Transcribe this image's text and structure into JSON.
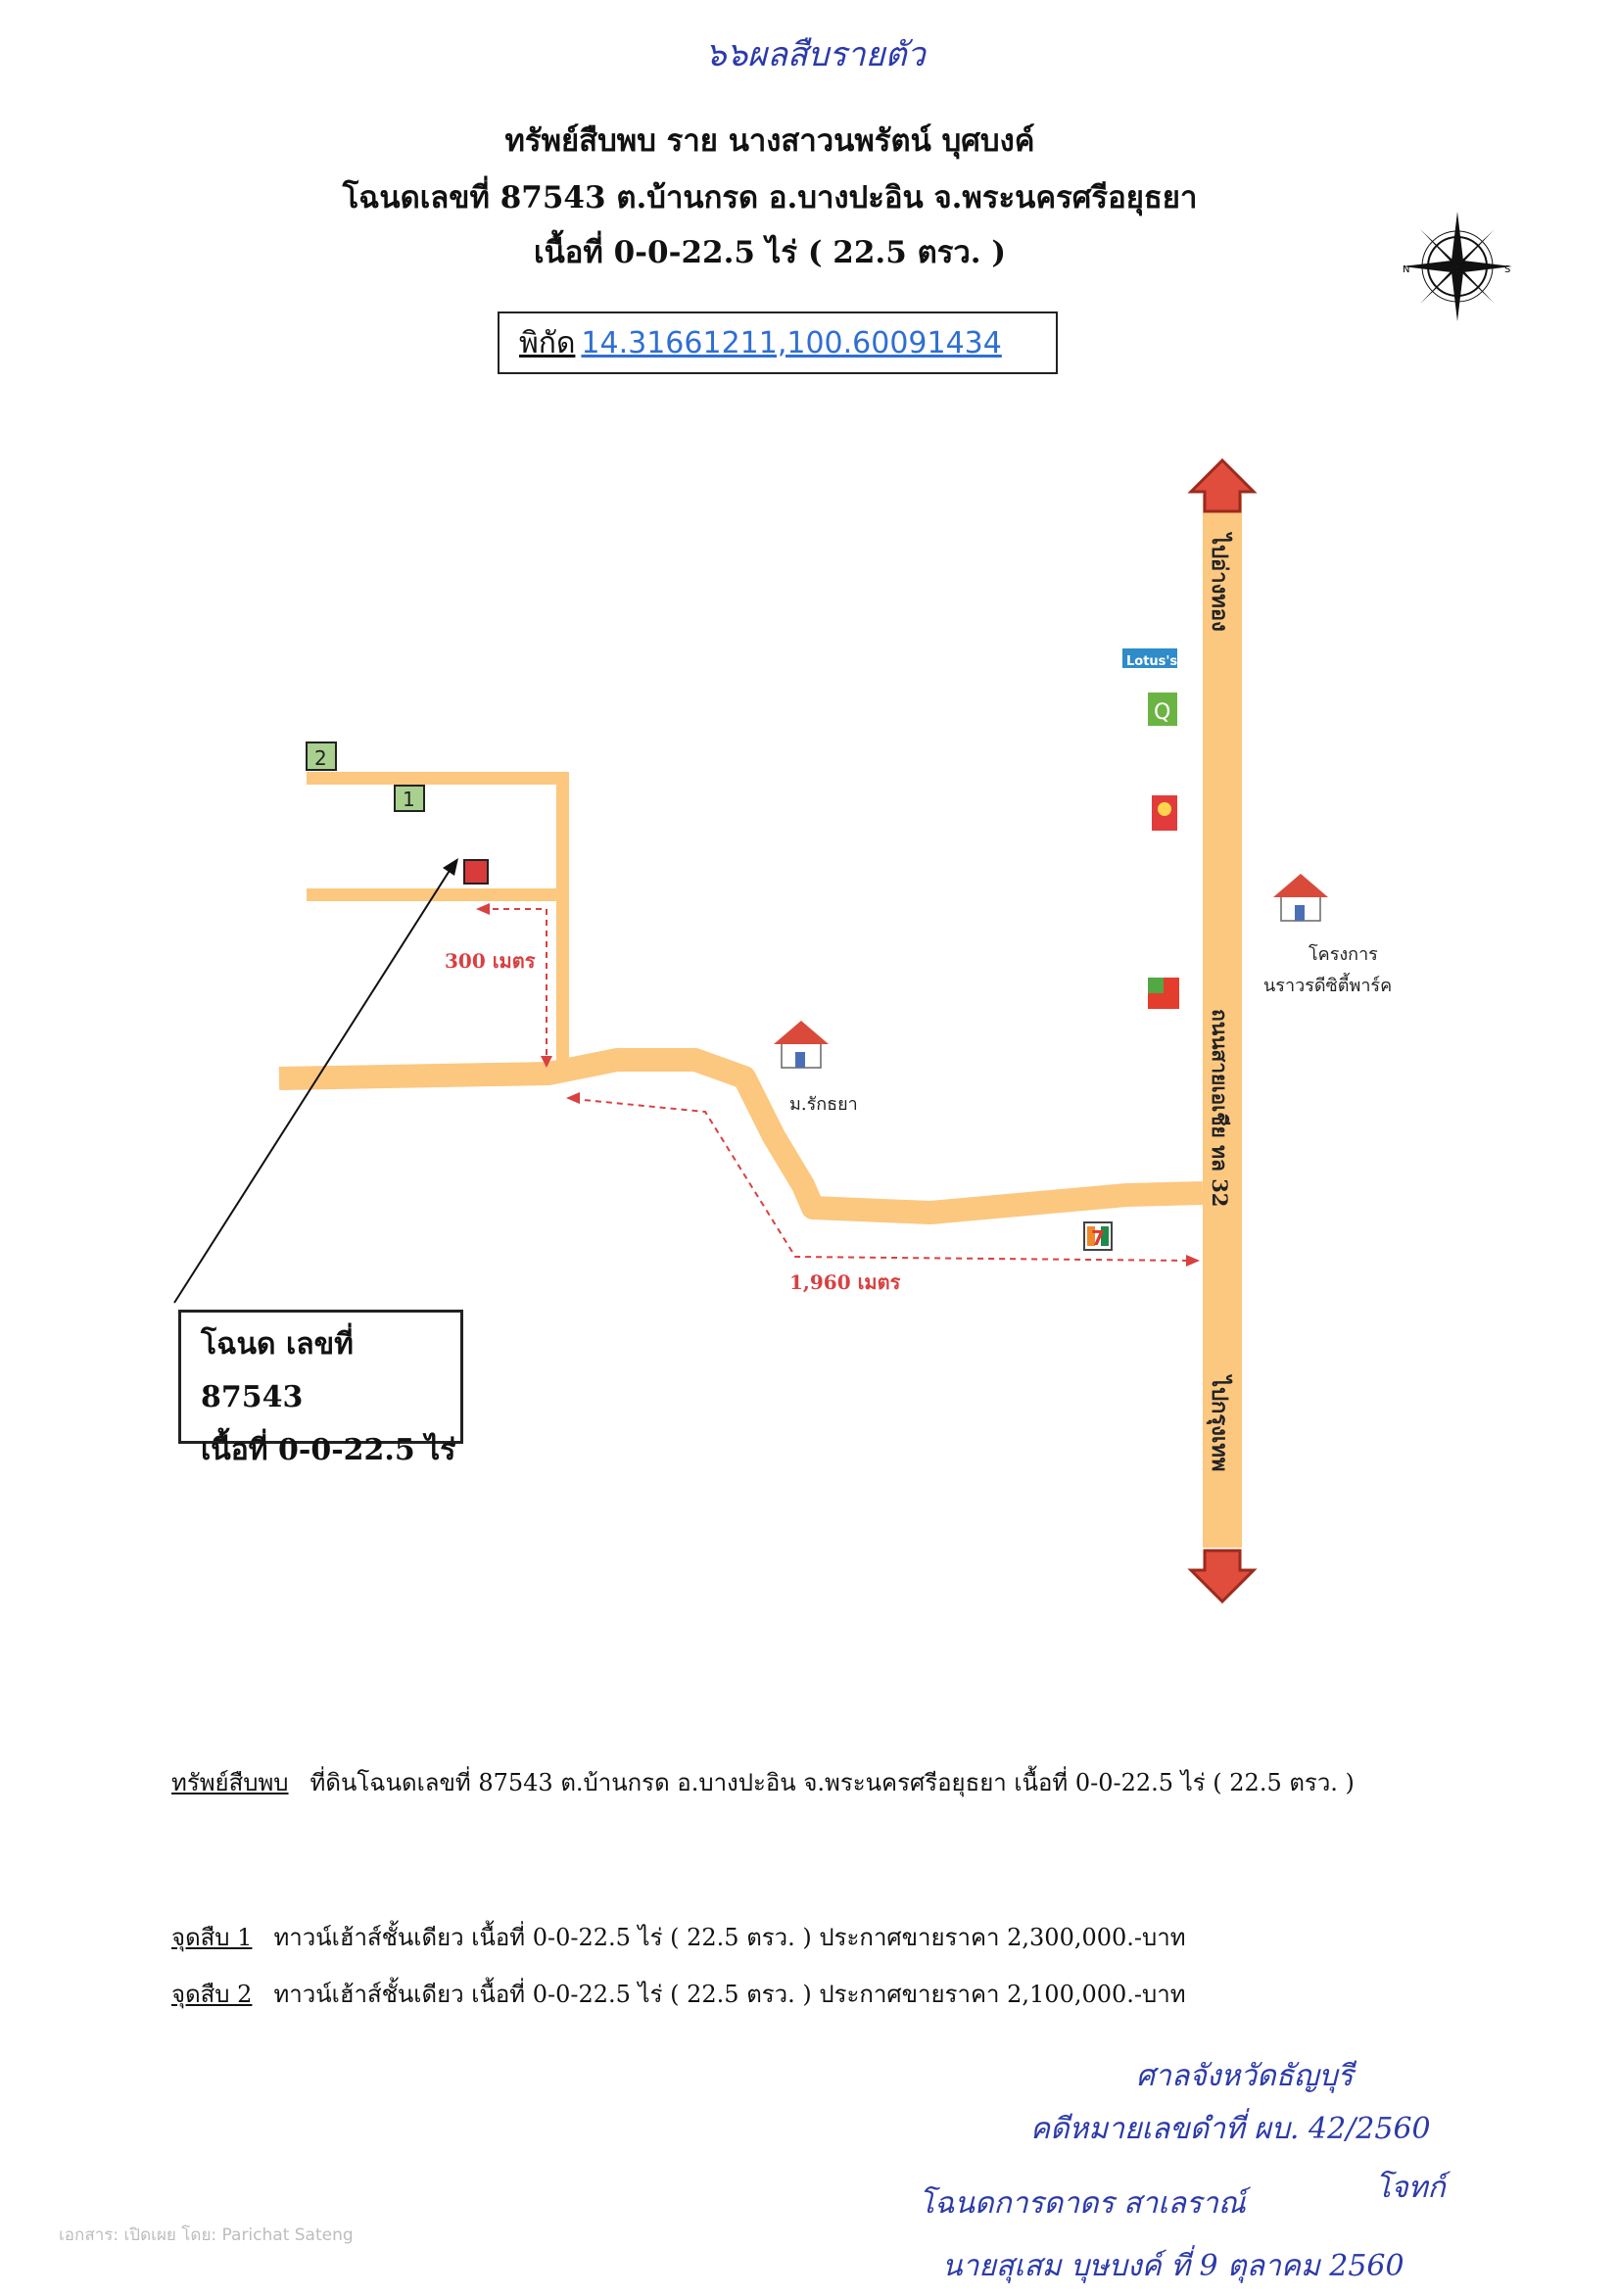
{
  "header": {
    "handwritten_top": "๖๖ผลสืบรายตัว",
    "title_line1": "ทรัพย์สืบพบ ราย นางสาวนพรัตน์ บุศบงค์",
    "title_line2": "โฉนดเลขที่ 87543 ต.บ้านกรด อ.บางปะอิน จ.พระนครศรีอยุธยา",
    "title_line3": "เนื้อที่ 0-0-22.5 ไร่ ( 22.5 ตรว. )"
  },
  "coordinates": {
    "label": "พิกัด",
    "value": "14.31661211,100.60091434"
  },
  "compass": {
    "icon": "compass-rose-icon",
    "n": "N",
    "s": "S"
  },
  "map": {
    "road_top_label": "ไปอ่างทอง",
    "road_bottom_label": "ไปกรุงเทพ",
    "highway_label": "ถนนสายเอเชีย ทล 32",
    "distance_1": "300 เมตร",
    "distance_2": "1,960 เมตร",
    "marker_1": "1",
    "marker_2": "2",
    "lotus_label": "Lotus's",
    "village_1": "ม.รักธยา",
    "project_label_1": "โครงการ",
    "project_label_2": "นราวรดีซิตี้พาร์ค",
    "seven_eleven": "7"
  },
  "deed_box": {
    "line1": "โฉนด เลขที่ 87543",
    "line2": "เนื้อที่ 0-0-22.5 ไร่"
  },
  "footer": {
    "line1_label": "ทรัพย์สืบพบ",
    "line1_text": "ที่ดินโฉนดเลขที่ 87543 ต.บ้านกรด อ.บางปะอิน จ.พระนครศรีอยุธยา เนื้อที่ 0-0-22.5 ไร่ ( 22.5 ตรว. )",
    "line2_label": "จุดสืบ 1",
    "line2_text": "ทาวน์เฮ้าส์ชั้นเดียว เนื้อที่ 0-0-22.5 ไร่ ( 22.5 ตรว. ) ประกาศขายราคา 2,300,000.-บาท",
    "line3_label": "จุดสืบ 2",
    "line3_text": "ทาวน์เฮ้าส์ชั้นเดียว เนื้อที่ 0-0-22.5 ไร่ ( 22.5 ตรว. ) ประกาศขายราคา 2,100,000.-บาท"
  },
  "signature": {
    "line1": "ศาลจังหวัดธัญบุรี",
    "line2": "คดีหมายเลขดำที่ ผบ. 42/2560",
    "line3": "โจทก์",
    "line4": "โฉนดการดาดร สาเลราณ์",
    "line5": "นายสุเสม บุษบงค์ ที่ 9 ตุลาคม 2560"
  },
  "watermark": "เอกสาร: เปิดเผย โดย: Parichat Sateng"
}
